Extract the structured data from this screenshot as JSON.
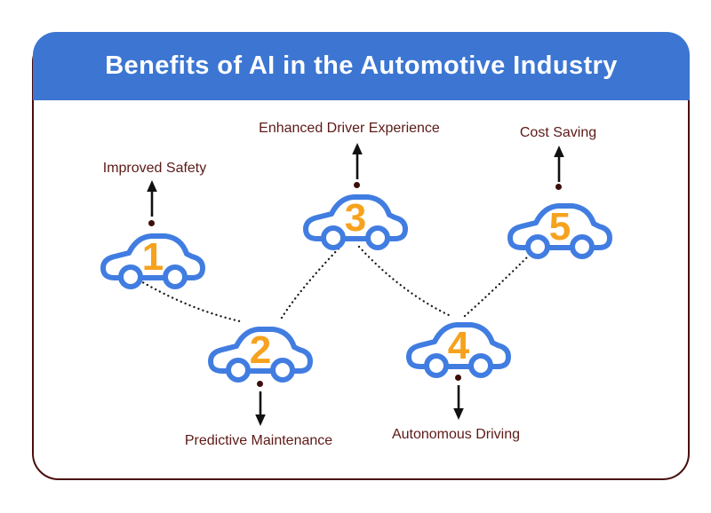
{
  "header": {
    "title": "Benefits of AI in the Automotive Industry"
  },
  "benefits": [
    {
      "number": "1",
      "label": "Improved Safety",
      "arrow_direction": "up"
    },
    {
      "number": "2",
      "label": "Predictive Maintenance",
      "arrow_direction": "down"
    },
    {
      "number": "3",
      "label": "Enhanced Driver Experience",
      "arrow_direction": "up"
    },
    {
      "number": "4",
      "label": "Autonomous Driving",
      "arrow_direction": "down"
    },
    {
      "number": "5",
      "label": "Cost Saving",
      "arrow_direction": "up"
    }
  ],
  "colors": {
    "header_bg": "#3c76d2",
    "header_text": "#ffffff",
    "car_outline": "#417de1",
    "car_number": "#f6a21e",
    "label_text": "#5c1a17",
    "frame_border": "#4a0d0d",
    "arrow": "#111111",
    "dot": "#3e0e09",
    "connector": "#1a1a1a"
  }
}
